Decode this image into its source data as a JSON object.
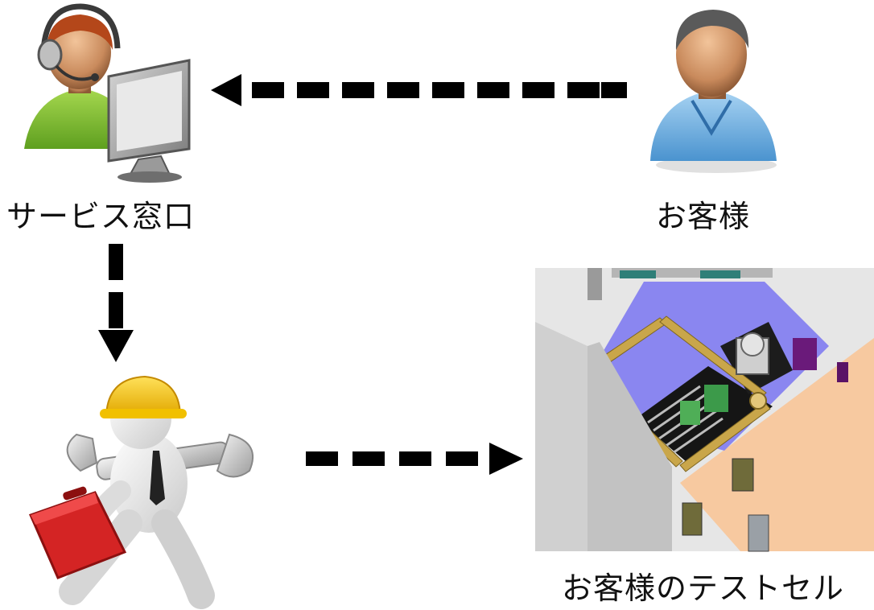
{
  "nodes": {
    "service_desk": {
      "label": "サービス窓口",
      "icon": "call-center-operator-icon"
    },
    "customer": {
      "label": "お客様",
      "icon": "customer-person-icon"
    },
    "technician": {
      "icon": "technician-with-wrench-icon"
    },
    "test_cell": {
      "label": "お客様のテストセル",
      "icon": "test-cell-3d-layout"
    }
  },
  "colors": {
    "arrow": "#000000",
    "text": "#111111",
    "floor_orange": "#f7c9a0",
    "floor_blue": "#8a86f0",
    "wall_gray": "#d4d4d4"
  }
}
